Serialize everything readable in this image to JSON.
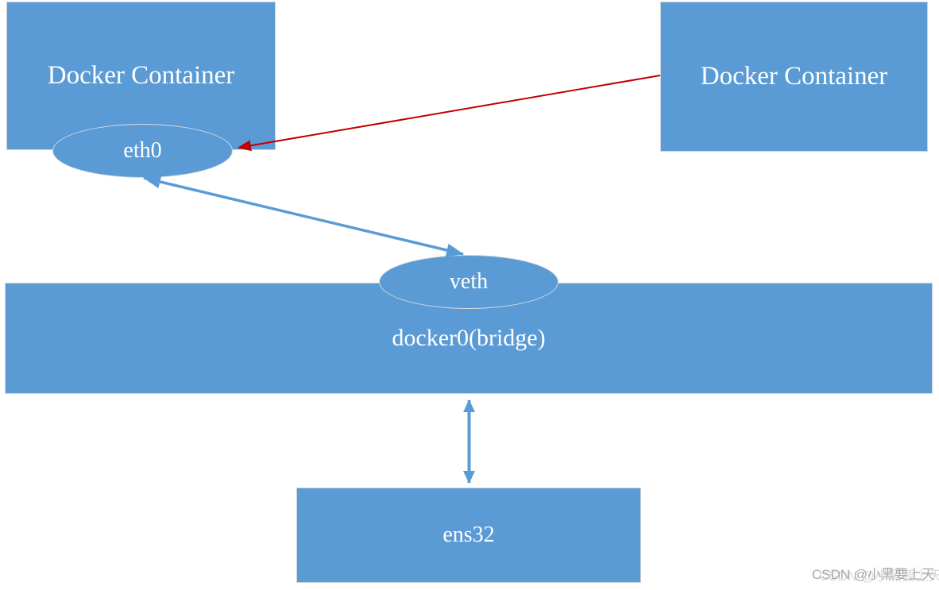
{
  "nodes": {
    "container_left": {
      "label": "Docker Container",
      "shape": "rectangle"
    },
    "container_right": {
      "label": "Docker Container",
      "shape": "rectangle"
    },
    "eth0": {
      "label": "eth0",
      "shape": "ellipse"
    },
    "veth": {
      "label": "veth",
      "shape": "ellipse"
    },
    "bridge": {
      "label": "docker0(bridge)",
      "shape": "rectangle"
    },
    "ens32": {
      "label": "ens32",
      "shape": "rectangle"
    }
  },
  "edges": [
    {
      "from": "container_right",
      "to": "eth0",
      "heads": "single",
      "color": "#c00000"
    },
    {
      "from": "eth0",
      "to": "veth",
      "heads": "double",
      "color": "#5b9bd5"
    },
    {
      "from": "bridge",
      "to": "ens32",
      "heads": "double",
      "color": "#5b9bd5"
    }
  ],
  "colors": {
    "shape_fill": "#5b9bd5",
    "shape_border": "#ccd3da",
    "label_text": "#ffffff",
    "red_arrow": "#c00000",
    "blue_arrow": "#5b9bd5",
    "watermark_text": "#a8a8a8"
  },
  "watermark": {
    "text": "CSDN @小黑要上天"
  }
}
